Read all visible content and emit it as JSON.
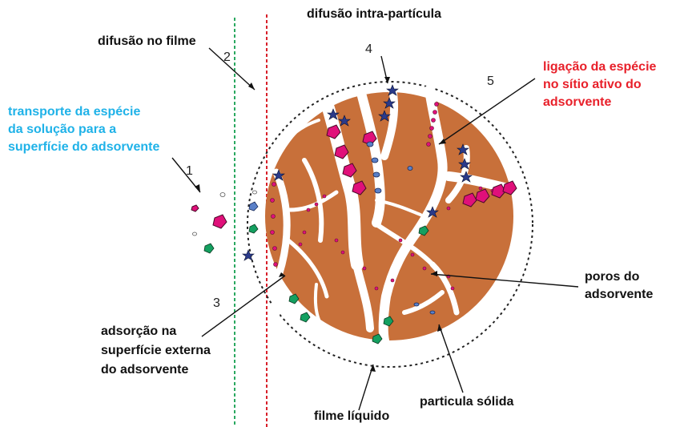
{
  "labels": {
    "film_diffusion": "difusão no filme",
    "intra_particle": "difusão intra-partícula",
    "active_site": [
      "ligação da espécie",
      "no sítio ativo do",
      "adsorvente"
    ],
    "transport": [
      "transporte da espécie",
      "da solução para a",
      "superfície do adsorvente"
    ],
    "pores": [
      "poros do",
      "adsorvente"
    ],
    "external_surface": [
      "adsorção na",
      "superfície externa",
      "do adsorvente"
    ],
    "solid_particle": "particula sólida",
    "liquid_film": "filme líquido"
  },
  "step_numbers": [
    "1",
    "2",
    "3",
    "4",
    "5"
  ],
  "colors": {
    "particle": "#c8703a",
    "blue_text": "#1fb2e8",
    "red_text": "#e8202a",
    "green_line": "#2aa860",
    "red_line": "#d8202a",
    "magenta": "#e0107a",
    "star": "#2a3a8a",
    "green_species": "#14a060",
    "blue_species": "#5a80c8"
  }
}
